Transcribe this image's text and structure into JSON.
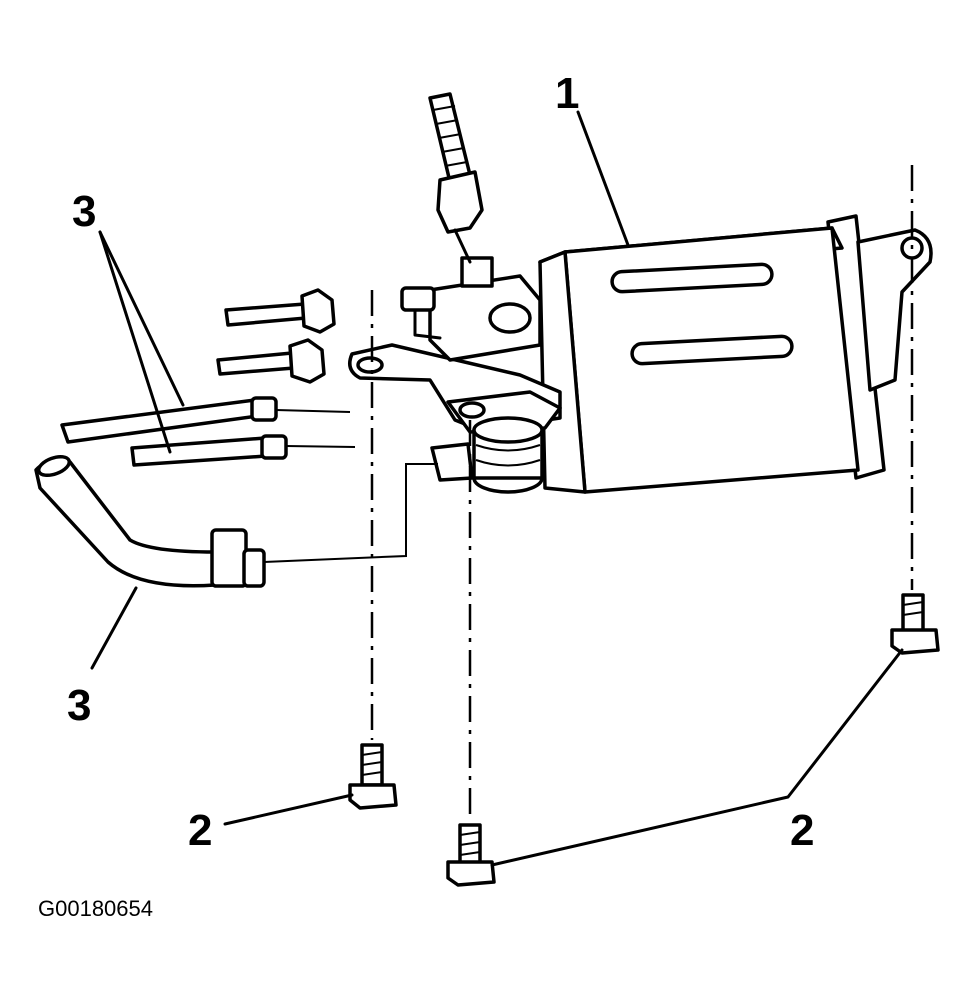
{
  "callouts": {
    "canister": "1",
    "bolt_left": "2",
    "bolt_right": "2",
    "hoses_upper": "3",
    "hose_lower": "3"
  },
  "figure_code": "G00180654"
}
